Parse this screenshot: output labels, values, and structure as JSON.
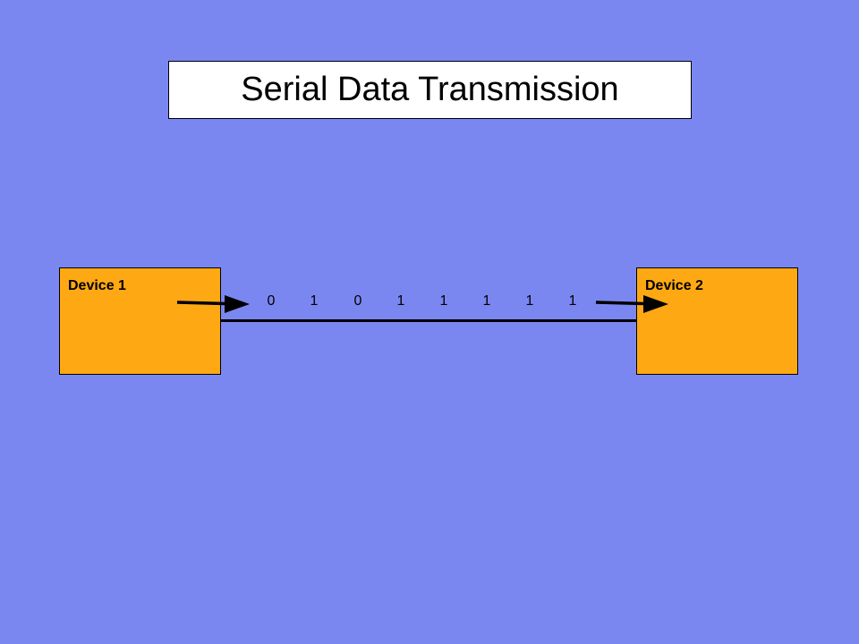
{
  "title": "Serial Data Transmission",
  "devices": [
    {
      "label": "Device 1"
    },
    {
      "label": "Device 2"
    }
  ],
  "bits": [
    "0",
    "1",
    "0",
    "1",
    "1",
    "1",
    "1",
    "1"
  ],
  "colors": {
    "background": "#7b87f1",
    "device_fill": "#fea913",
    "title_fill": "#ffffff",
    "stroke": "#000000"
  }
}
